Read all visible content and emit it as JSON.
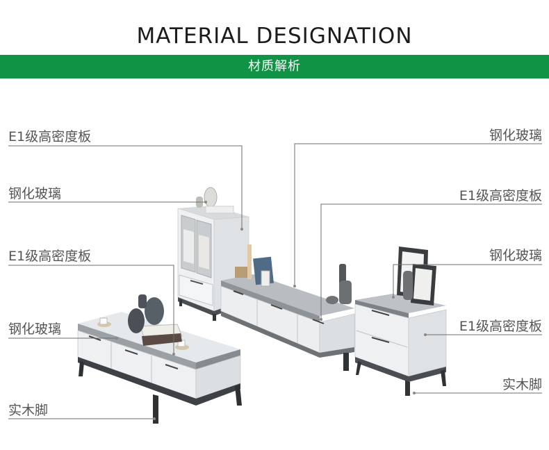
{
  "header": {
    "title": "MATERIAL DESIGNATION",
    "subtitle": "材质解析"
  },
  "callouts": {
    "left": [
      {
        "id": "l1",
        "text": "E1级高密度板"
      },
      {
        "id": "l2",
        "text": "钢化玻璃"
      },
      {
        "id": "l3",
        "text": "E1级高密度板"
      },
      {
        "id": "l4",
        "text": "钢化玻璃"
      },
      {
        "id": "l5",
        "text": "实木脚"
      }
    ],
    "right": [
      {
        "id": "r1",
        "text": "钢化玻璃"
      },
      {
        "id": "r2",
        "text": "E1级高密度板"
      },
      {
        "id": "r3",
        "text": "钢化玻璃"
      },
      {
        "id": "r4",
        "text": "E1级高密度板"
      },
      {
        "id": "r5",
        "text": "实木脚"
      }
    ]
  },
  "colors": {
    "accent": "#109344",
    "panel_white": "#e9ebec",
    "glass_top": "#b9bdc1",
    "leg_dark": "#33373b"
  }
}
